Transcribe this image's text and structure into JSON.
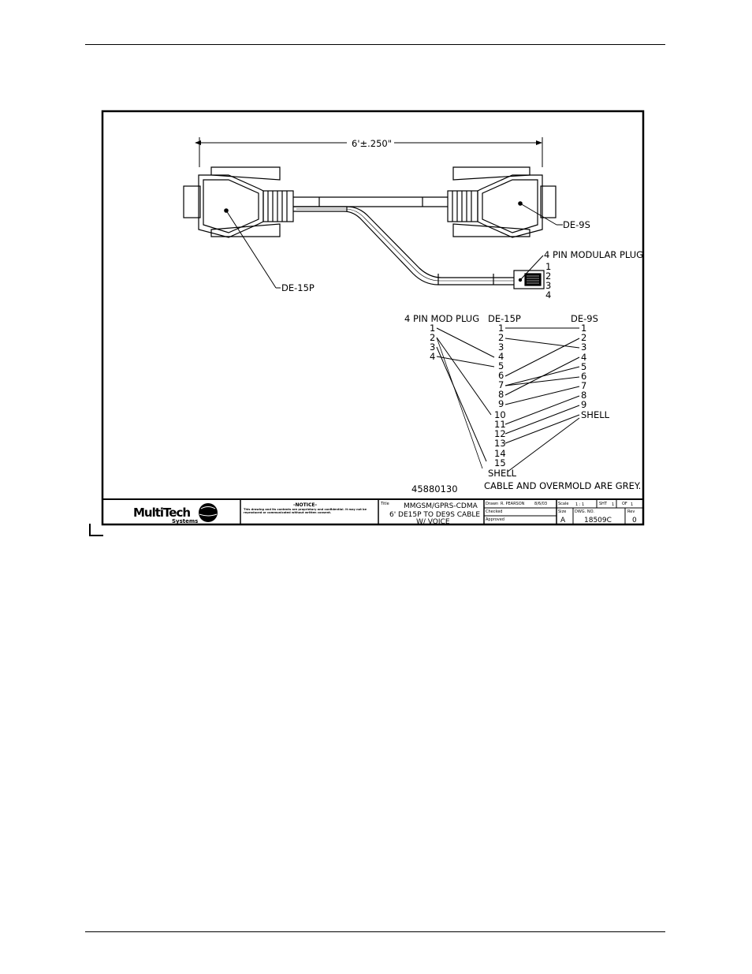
{
  "drawing": {
    "dimension": "6'±.250\"",
    "connectors": {
      "de15p": "DE-15P",
      "de9s": "DE-9S",
      "modular": "4 PIN MODULAR PLUG",
      "modular_pins": [
        "1",
        "2",
        "3",
        "4"
      ]
    },
    "wiring": {
      "headers": {
        "mod_plug": "4 PIN MOD PLUG",
        "de15p": "DE-15P",
        "de9s": "DE-9S"
      },
      "mod_pins": [
        "1",
        "2",
        "3",
        "4"
      ],
      "de15_pins": [
        "1",
        "2",
        "3",
        "4",
        "5",
        "6",
        "7",
        "8",
        "9",
        "10",
        "11",
        "12",
        "13",
        "14",
        "15",
        "SHELL"
      ],
      "de9_pins": [
        "1",
        "2",
        "3",
        "4",
        "5",
        "6",
        "7",
        "8",
        "9",
        "SHELL"
      ]
    },
    "note": "CABLE AND OVERMOLD ARE GREY.",
    "part_number": "45880130"
  },
  "title_block": {
    "logo_line1": "MultiTech",
    "logo_line2": "Systems",
    "notice_heading": "-NOTICE-",
    "notice_text": "This drawing and its contents are proprietary and confidential. It may not be reproduced or communicated without written consent.",
    "title_label": "Title",
    "title_line1": "MMGSM/GPRS-CDMA",
    "title_line2": "6' DE15P TO DE9S CABLE",
    "title_line3": "W/ VOICE",
    "drawn_label": "Drawn",
    "drawn_by": "R. PEARSON",
    "drawn_date": "8/6/03",
    "checked_label": "Checked",
    "approved_label": "Approved",
    "scale_label": "Scale",
    "scale_value": "1 : 1",
    "sheet_label": "SHT",
    "sheet_value": "1",
    "of_label": "OF",
    "of_value": "1",
    "size_label": "Size",
    "size_value": "A",
    "dwg_label": "DWG. NO.",
    "dwg_value": "18509C",
    "rev_label": "Rev",
    "rev_value": "0"
  }
}
